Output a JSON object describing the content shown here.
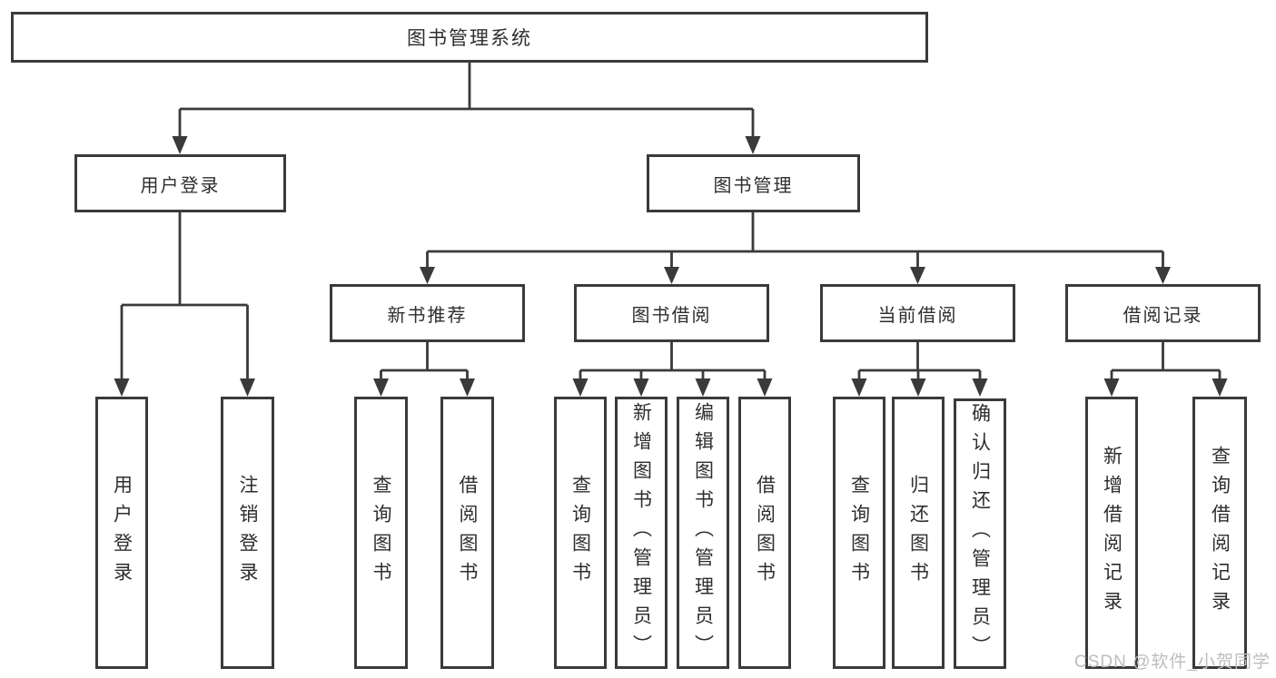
{
  "diagram": {
    "root_label": "图书管理系统",
    "watermark": "CSDN @软件_小贺同学",
    "colors": {
      "line": "#3a3a3a",
      "box_border": "#3a3a3a",
      "text": "#2e2e2e",
      "watermark": "#bdbdbd",
      "background": "#ffffff"
    },
    "branches": [
      {
        "label": "用户登录",
        "children": [
          {
            "label": "用户登录"
          },
          {
            "label": "注销登录"
          }
        ]
      },
      {
        "label": "图书管理",
        "children": [
          {
            "label": "新书推荐",
            "children": [
              {
                "label": "查询图书"
              },
              {
                "label": "借阅图书"
              }
            ]
          },
          {
            "label": "图书借阅",
            "children": [
              {
                "label": "查询图书"
              },
              {
                "label": "新增图书（管理员）"
              },
              {
                "label": "编辑图书（管理员）"
              },
              {
                "label": "借阅图书"
              }
            ]
          },
          {
            "label": "当前借阅",
            "children": [
              {
                "label": "查询图书"
              },
              {
                "label": "归还图书"
              },
              {
                "label": "确认归还（管理员）"
              }
            ]
          },
          {
            "label": "借阅记录",
            "children": [
              {
                "label": "新增借阅记录"
              },
              {
                "label": "查询借阅记录"
              }
            ]
          }
        ]
      }
    ]
  }
}
